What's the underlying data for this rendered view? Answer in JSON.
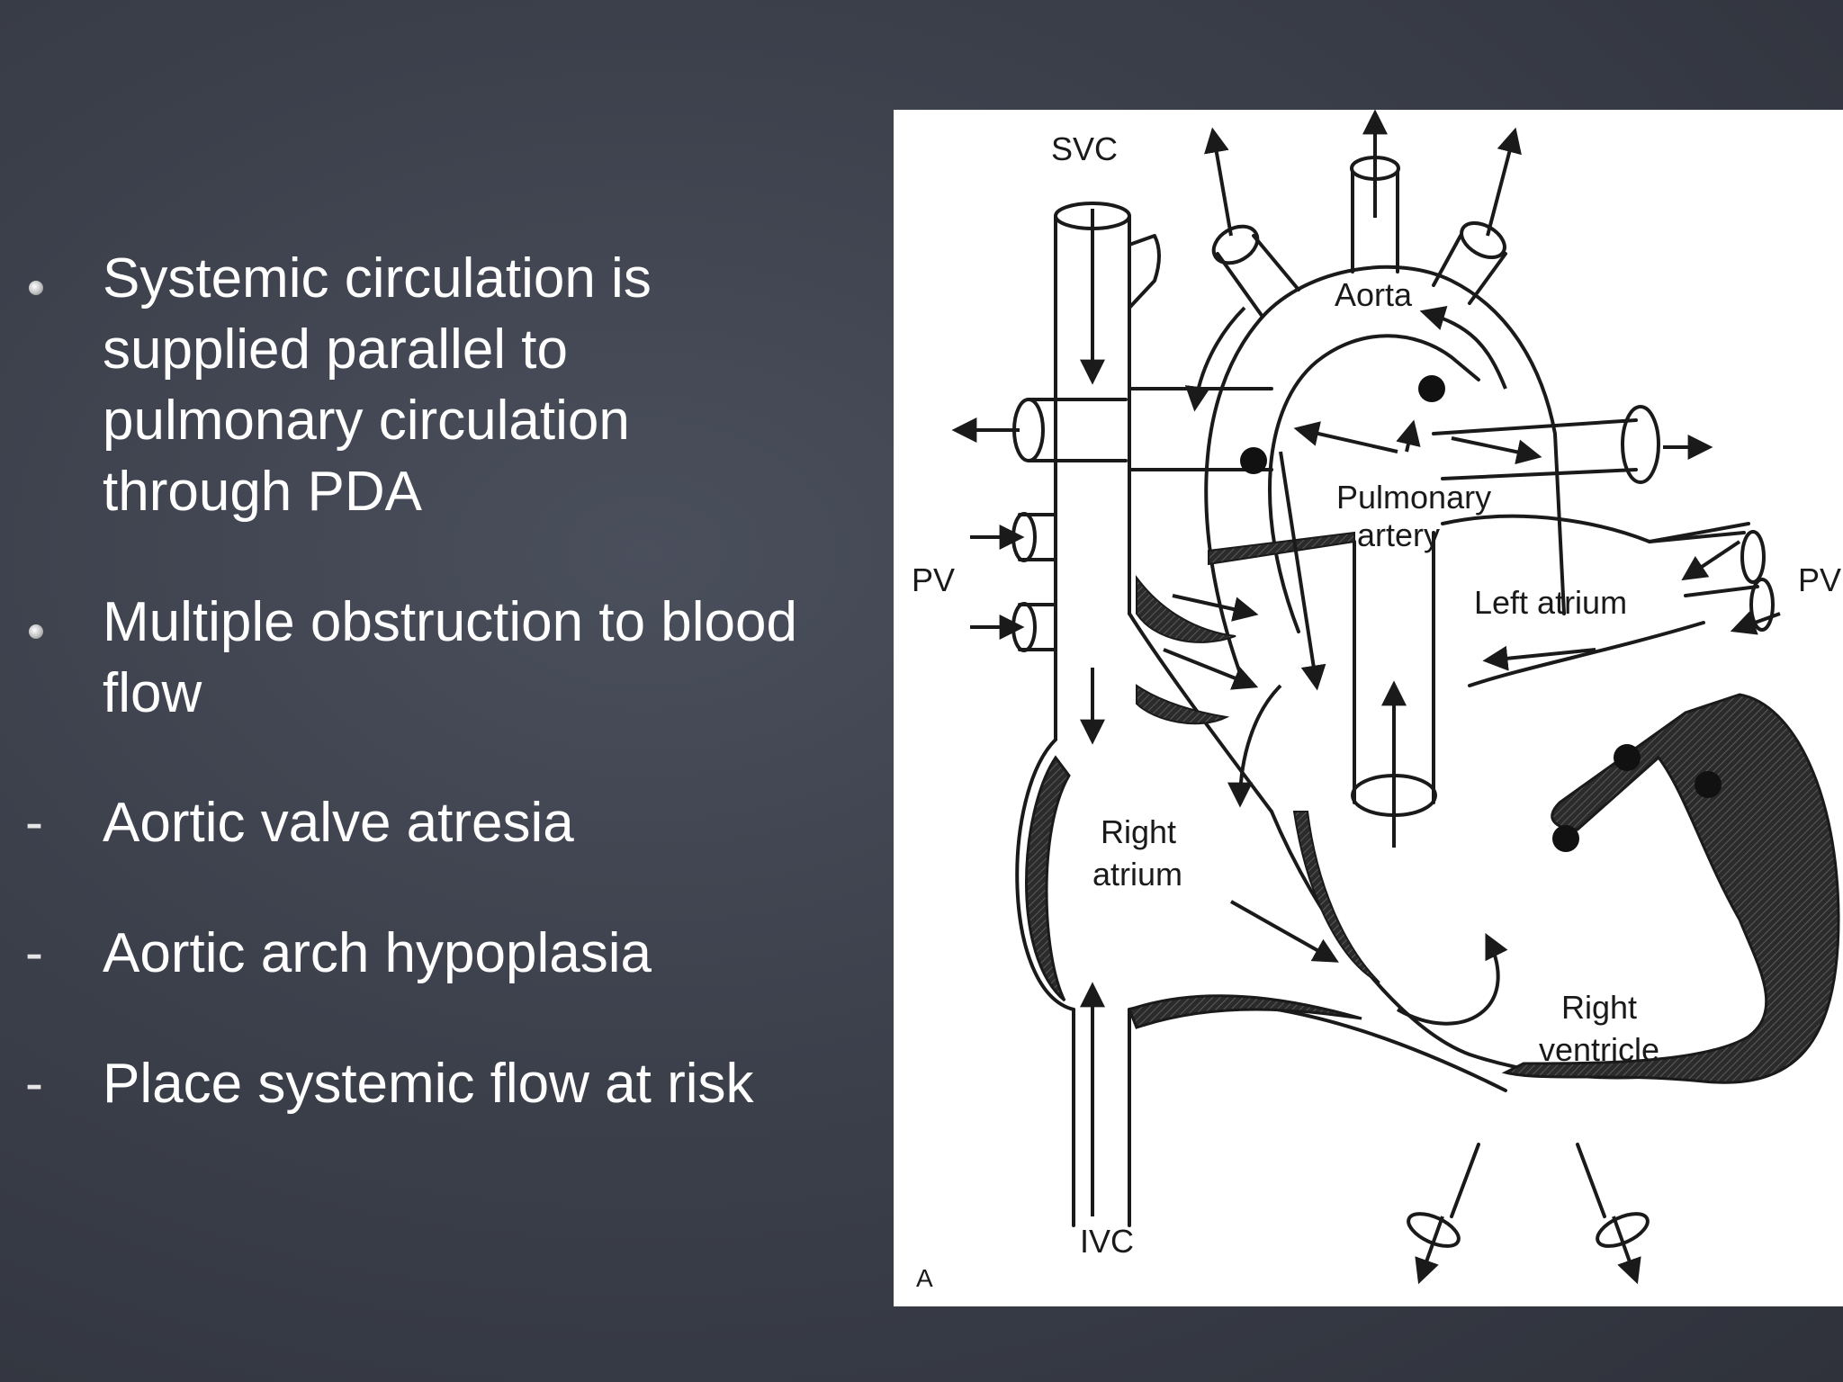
{
  "bullets": [
    {
      "marker": "dot",
      "text": "Systemic circulation is\nsupplied  parallel to\npulmonary circulation\nthrough PDA"
    },
    {
      "marker": "dot",
      "text": "Multiple obstruction to blood\nflow"
    },
    {
      "marker": "-",
      "text": "Aortic valve atresia"
    },
    {
      "marker": "-",
      "text": "Aortic arch hypoplasia"
    },
    {
      "marker": "-",
      "text": "Place systemic flow at risk"
    }
  ],
  "diagram": {
    "labels": {
      "svc": "SVC",
      "ivc": "IVC",
      "aorta": "Aorta",
      "pulmonary_1": "Pulmonary",
      "pulmonary_2": "artery",
      "left_atrium": "Left atrium",
      "right_atrium_1": "Right",
      "right_atrium_2": "atrium",
      "right_ventricle_1": "Right",
      "right_ventricle_2": "ventricle",
      "pv_left": "PV",
      "pv_right": "PV",
      "panel": "A"
    },
    "ink_color": "#1a1a1a",
    "shade_color": "#2b2b2b"
  }
}
